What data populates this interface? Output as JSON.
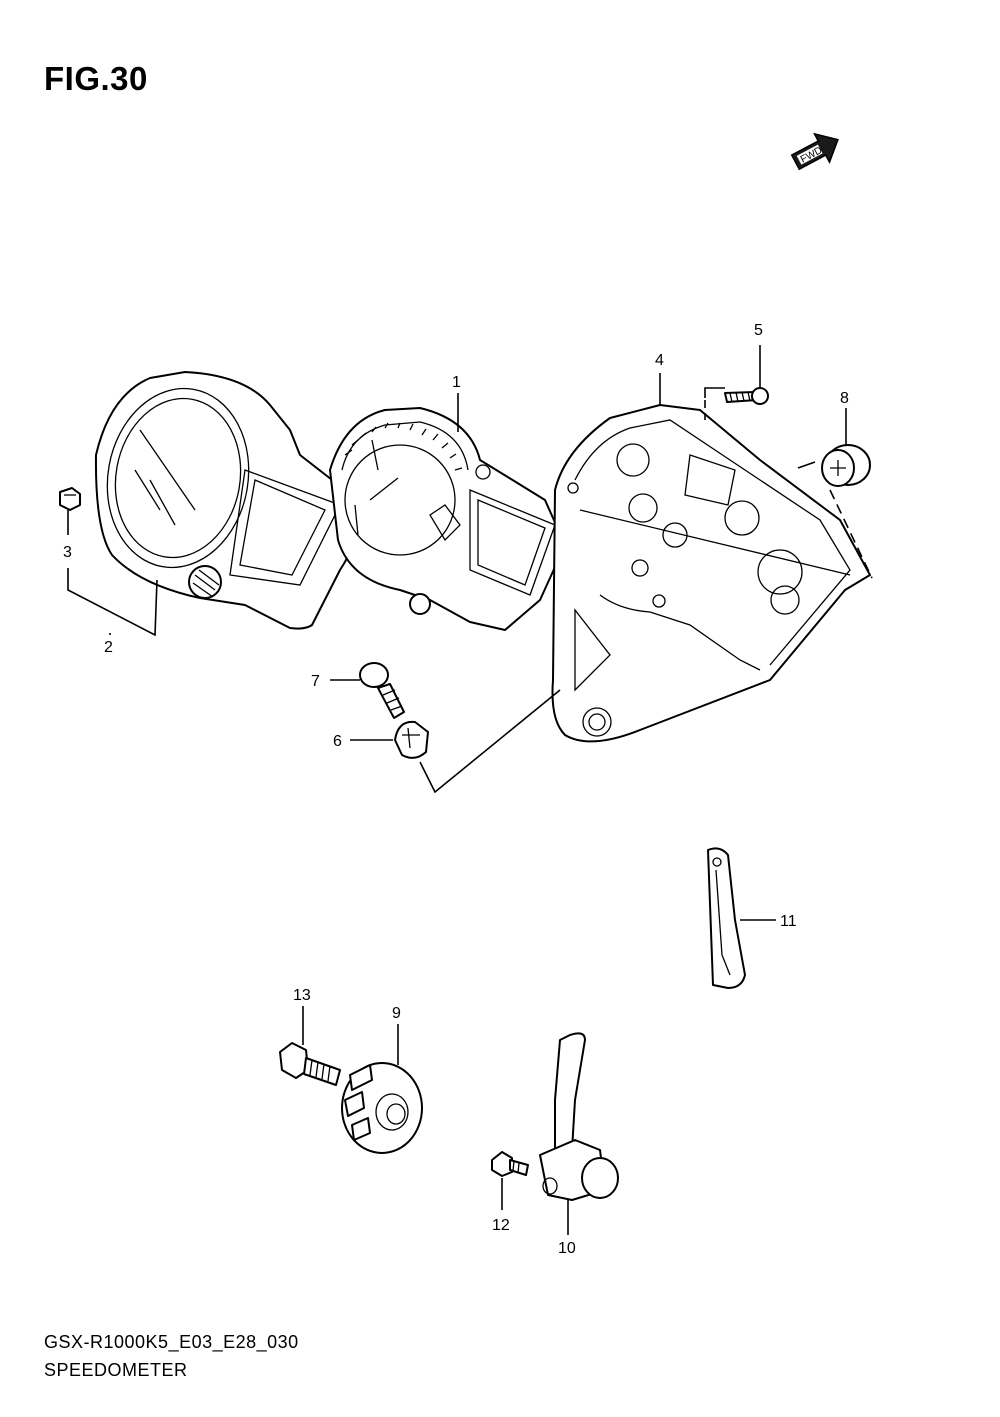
{
  "figure": {
    "title": "FIG.30"
  },
  "fwd_badge": {
    "label": "FWD"
  },
  "footer": {
    "model_code": "GSX-R1000K5_E03_E28_030",
    "section_name": "SPEEDOMETER"
  },
  "callouts": [
    {
      "id": "p1",
      "label": "1"
    },
    {
      "id": "p2",
      "label": "2"
    },
    {
      "id": "p3",
      "label": "3"
    },
    {
      "id": "p4",
      "label": "4"
    },
    {
      "id": "p5",
      "label": "5"
    },
    {
      "id": "p6",
      "label": "6"
    },
    {
      "id": "p7",
      "label": "7"
    },
    {
      "id": "p8",
      "label": "8"
    },
    {
      "id": "p9",
      "label": "9"
    },
    {
      "id": "p10",
      "label": "10"
    },
    {
      "id": "p11",
      "label": "11"
    },
    {
      "id": "p12",
      "label": "12"
    },
    {
      "id": "p13",
      "label": "13"
    }
  ]
}
